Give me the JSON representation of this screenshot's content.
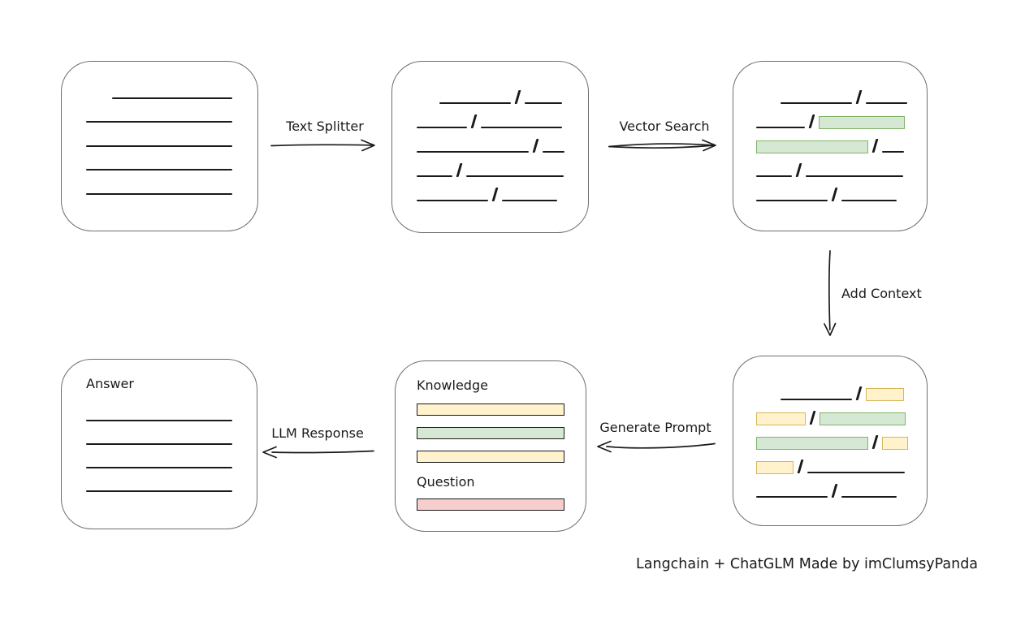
{
  "caption": "Langchain + ChatGLM Made by imClumsyPanda",
  "colors": {
    "stroke": "#1a1a1a",
    "box_border": "#6e6e6e",
    "green_fill": "#d5e8d4",
    "green_stroke": "#82b366",
    "yellow_fill": "#fff2cc",
    "yellow_stroke": "#d6b656",
    "red_fill": "#f8cecc",
    "red_stroke": "#b85450"
  },
  "arrows": {
    "text_splitter": {
      "label": "Text Splitter"
    },
    "vector_search": {
      "label": "Vector Search"
    },
    "add_context": {
      "label": "Add Context"
    },
    "generate_prompt": {
      "label": "Generate Prompt"
    },
    "llm_response": {
      "label": "LLM Response"
    }
  },
  "boxes": {
    "source_document": {
      "rows": [
        [
          {
            "t": "space",
            "w": 32
          },
          {
            "t": "line",
            "w": 148
          }
        ],
        [
          {
            "t": "line",
            "w": 180
          }
        ],
        [
          {
            "t": "line",
            "w": 180
          }
        ],
        [
          {
            "t": "line",
            "w": 180
          }
        ],
        [
          {
            "t": "line",
            "w": 180
          }
        ]
      ]
    },
    "split_chunks": {
      "rows": [
        [
          {
            "t": "space",
            "w": 28
          },
          {
            "t": "line",
            "w": 88
          },
          {
            "t": "slash"
          },
          {
            "t": "line",
            "w": 46
          }
        ],
        [
          {
            "t": "line",
            "w": 62
          },
          {
            "t": "slash"
          },
          {
            "t": "line",
            "w": 100
          }
        ],
        [
          {
            "t": "line",
            "w": 138
          },
          {
            "t": "slash"
          },
          {
            "t": "line",
            "w": 27
          }
        ],
        [
          {
            "t": "line",
            "w": 44
          },
          {
            "t": "slash"
          },
          {
            "t": "line",
            "w": 120
          }
        ],
        [
          {
            "t": "line",
            "w": 88
          },
          {
            "t": "slash"
          },
          {
            "t": "line",
            "w": 68
          }
        ]
      ]
    },
    "matched_chunks": {
      "rows": [
        [
          {
            "t": "space",
            "w": 30
          },
          {
            "t": "line",
            "w": 88
          },
          {
            "t": "slash"
          },
          {
            "t": "line",
            "w": 51
          }
        ],
        [
          {
            "t": "line",
            "w": 60
          },
          {
            "t": "slash"
          },
          {
            "t": "bar",
            "c": "green",
            "w": 106
          }
        ],
        [
          {
            "t": "bar",
            "c": "green",
            "w": 138
          },
          {
            "t": "slash"
          },
          {
            "t": "line",
            "w": 27
          }
        ],
        [
          {
            "t": "line",
            "w": 44
          },
          {
            "t": "slash"
          },
          {
            "t": "line",
            "w": 120
          }
        ],
        [
          {
            "t": "line",
            "w": 88
          },
          {
            "t": "slash"
          },
          {
            "t": "line",
            "w": 68
          }
        ]
      ]
    },
    "context_chunks": {
      "rows": [
        [
          {
            "t": "space",
            "w": 30
          },
          {
            "t": "line",
            "w": 88
          },
          {
            "t": "slash"
          },
          {
            "t": "bar",
            "c": "yellow",
            "w": 47
          }
        ],
        [
          {
            "t": "bar",
            "c": "yellow",
            "w": 61
          },
          {
            "t": "slash"
          },
          {
            "t": "bar",
            "c": "green",
            "w": 106
          }
        ],
        [
          {
            "t": "bar",
            "c": "green",
            "w": 138
          },
          {
            "t": "slash"
          },
          {
            "t": "bar",
            "c": "yellow",
            "w": 32
          }
        ],
        [
          {
            "t": "bar",
            "c": "yellow",
            "w": 46
          },
          {
            "t": "slash"
          },
          {
            "t": "line",
            "w": 120
          }
        ],
        [
          {
            "t": "line",
            "w": 88
          },
          {
            "t": "slash"
          },
          {
            "t": "line",
            "w": 68
          }
        ]
      ]
    },
    "prompt": {
      "knowledge_label": "Knowledge",
      "question_label": "Question",
      "knowledge_bars": [
        "yellow",
        "green",
        "yellow"
      ],
      "question_bars": [
        "red"
      ]
    },
    "answer": {
      "label": "Answer",
      "rows": [
        [
          {
            "t": "line",
            "w": 180
          }
        ],
        [
          {
            "t": "line",
            "w": 180
          }
        ],
        [
          {
            "t": "line",
            "w": 180
          }
        ],
        [
          {
            "t": "line",
            "w": 180
          }
        ]
      ]
    }
  }
}
